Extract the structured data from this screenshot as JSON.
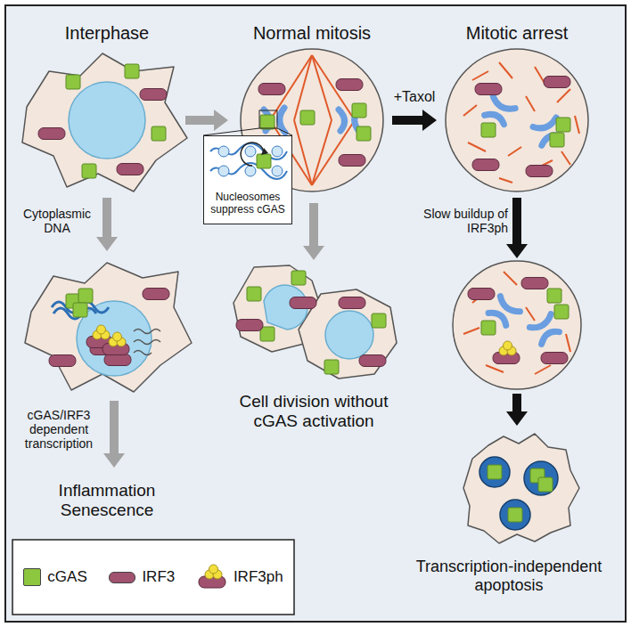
{
  "diagram": {
    "nodes": [
      {
        "text": [
          "Nucleosomes suppress cGAS"
        ]
      }
    ],
    "labels": [
      "Interphase",
      "Normal mitosis",
      "Mitotic arrest",
      "+Taxol",
      "Cytoplasmic DNA",
      "Slow buildup of IRF3ph",
      "cGAS/IRF3 dependent transcription",
      "Inflammation Senescence",
      "Cell division without cGAS activation",
      "Transcription-independent apoptosis"
    ],
    "legend": [
      {
        "text": "cGAS",
        "color": "#8dc63f"
      },
      {
        "text": "IRF3",
        "color": "#a0526e"
      },
      {
        "text": "IRF3ph"
      }
    ]
  }
}
